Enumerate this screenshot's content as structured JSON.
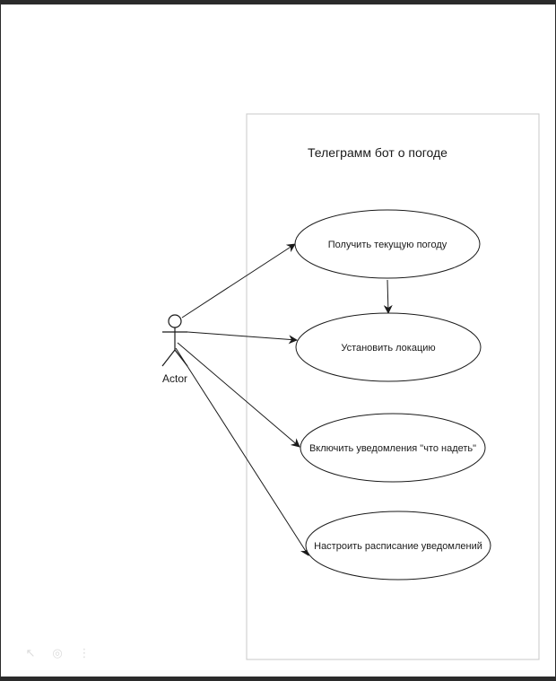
{
  "diagram": {
    "system_title": "Телеграмм бот о погоде",
    "actor": {
      "label": "Actor"
    },
    "use_cases": [
      {
        "label": "Получить текущую погоду"
      },
      {
        "label": "Установить локацию"
      },
      {
        "label": "Включить уведомления \"что надеть\""
      },
      {
        "label": "Настроить расписание уведомлений"
      }
    ]
  },
  "colors": {
    "stroke": "#1a1a1a",
    "boundary": "#c8c8c8",
    "frame": "#2b2b2b"
  },
  "toolbar": {
    "icons": [
      "pointer-icon",
      "eye-icon",
      "more-vertical-icon"
    ]
  }
}
